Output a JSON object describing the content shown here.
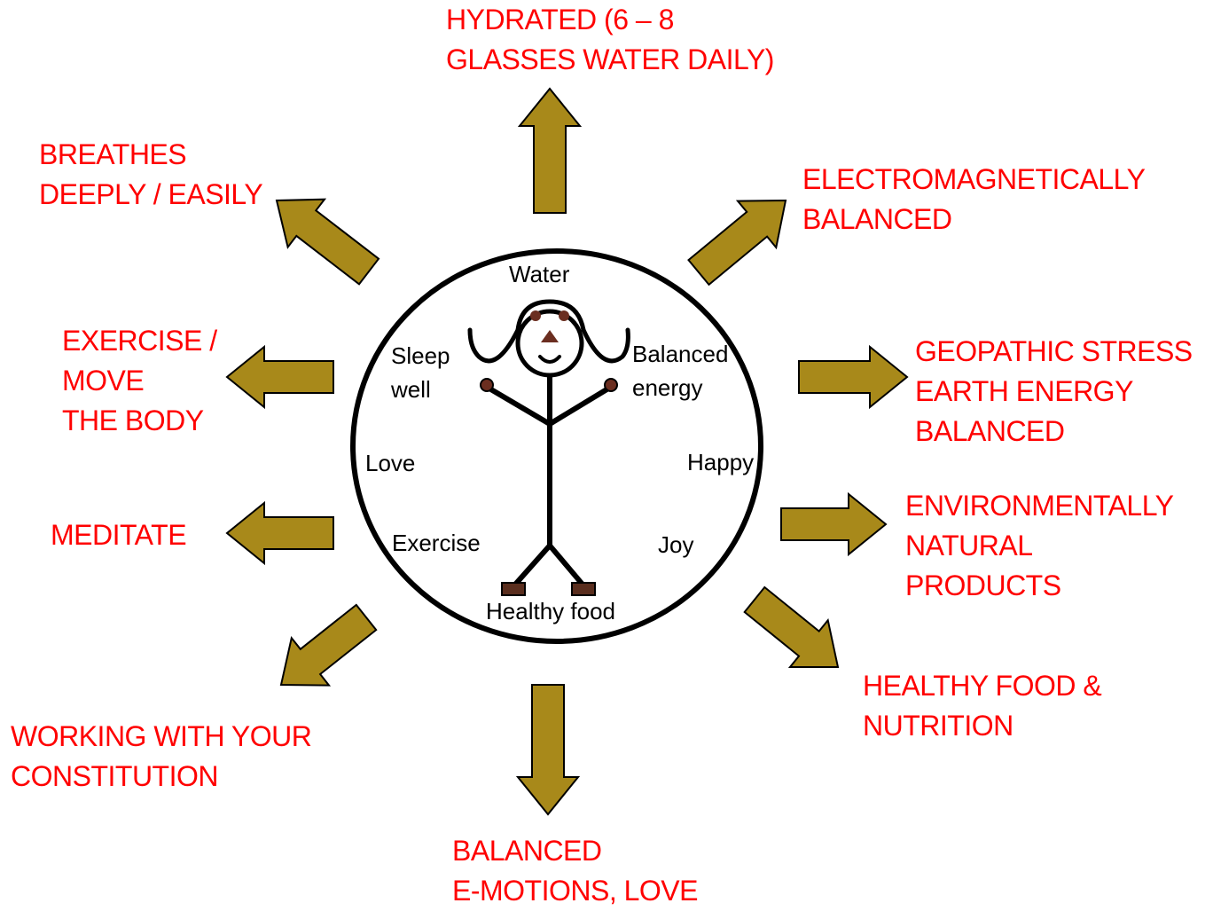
{
  "colors": {
    "outer_text": "#ff0000",
    "arrow_fill": "#a8891a",
    "arrow_stroke": "#000000",
    "circle_stroke": "#000000",
    "hand_color": "#6b2e20",
    "shoe_color": "#5a2e1e"
  },
  "outer_labels": {
    "hydrated": [
      "HYDRATED (6 – 8",
      "GLASSES WATER DAILY)"
    ],
    "breathes": [
      "BREATHES",
      "DEEPLY / EASILY"
    ],
    "electromagnetic": [
      "ELECTROMAGNETICALLY",
      "BALANCED"
    ],
    "exercise": [
      "EXERCISE /",
      "MOVE",
      "THE BODY"
    ],
    "geopathic": [
      "GEOPATHIC STRESS",
      "EARTH ENERGY",
      "BALANCED"
    ],
    "meditate": [
      "MEDITATE"
    ],
    "environmental": [
      "ENVIRONMENTALLY",
      "NATURAL",
      "PRODUCTS"
    ],
    "healthy_food_nutrition": [
      "HEALTHY FOOD &",
      "NUTRITION"
    ],
    "constitution": [
      "WORKING WITH YOUR",
      "CONSTITUTION"
    ],
    "emotions": [
      "BALANCED",
      "E-MOTIONS,  LOVE"
    ]
  },
  "inner_labels": {
    "water": [
      "Water"
    ],
    "sleep": [
      "Sleep",
      "well"
    ],
    "balanced_energy": [
      "Balanced",
      "energy"
    ],
    "love": [
      "Love"
    ],
    "happy": [
      "Happy"
    ],
    "exercise": [
      "Exercise"
    ],
    "joy": [
      "Joy"
    ],
    "healthy_food": [
      "Healthy food"
    ]
  }
}
